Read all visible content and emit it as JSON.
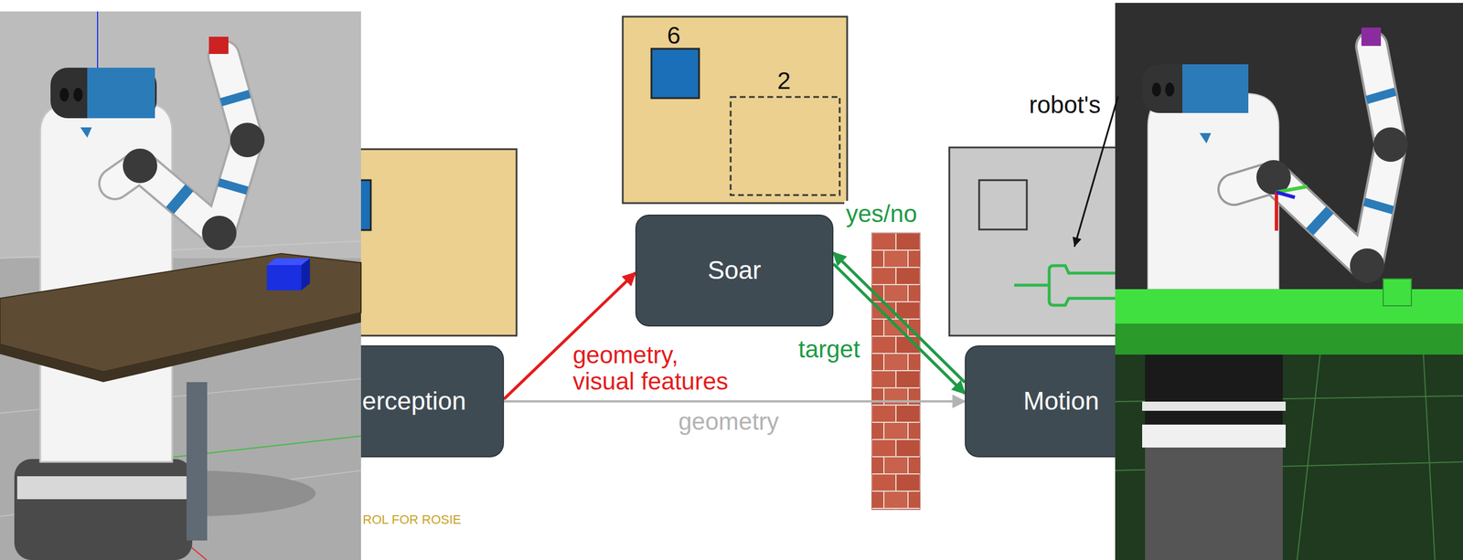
{
  "diagram": {
    "nodes": [
      {
        "text": [
          "Soar"
        ]
      },
      {
        "text": [
          "erception"
        ]
      },
      {
        "text": [
          "Motion"
        ]
      }
    ],
    "edges": [
      {
        "from": 1,
        "to": 0,
        "arrow": "to",
        "label": "geometry, visual features"
      },
      {
        "from": 1,
        "to": 2,
        "arrow": "to",
        "label": "geometry"
      },
      {
        "from": 0,
        "to": 2,
        "arrow": "to",
        "label": "target"
      },
      {
        "from": 2,
        "to": 0,
        "arrow": "to",
        "label": "yes/no"
      }
    ],
    "labels": [
      "6",
      "2",
      "robot's",
      "ROL FOR ROSIE"
    ]
  }
}
